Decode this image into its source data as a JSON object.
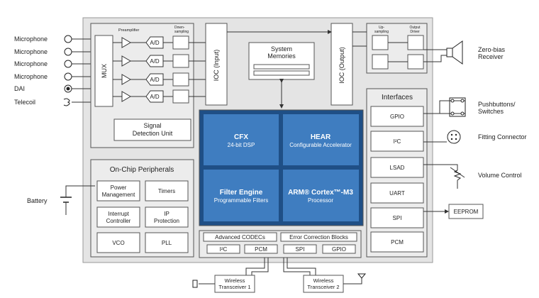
{
  "inputs": [
    "Microphone",
    "Microphone",
    "Microphone",
    "Microphone",
    "DAI",
    "Telecoil"
  ],
  "mux": "MUX",
  "preamp_label": "Preamplifier",
  "downsampling_label": "Down-\nsampling",
  "ad_label": "A/D",
  "signal_detection": "Signal\nDetection Unit",
  "ioc_input": "IOC (Input)",
  "ioc_output": "IOC (Output)",
  "system_memories": "System\nMemories",
  "upsampling_label": "Up-\nsampling",
  "output_driver_label": "Output\nDriver",
  "receiver": "Zero-bias\nReceiver",
  "cores": {
    "cfx_title": "CFX",
    "cfx_sub": "24-bit DSP",
    "hear_title": "HEAR",
    "hear_sub": "Configurable Accelerator",
    "filter_title": "Filter Engine",
    "filter_sub": "Programmable Filters",
    "arm_title": "ARM® Cortex™-M3",
    "arm_sub": "Processor"
  },
  "peripherals": {
    "title": "On-Chip Peripherals",
    "items": [
      "Power\nManagement",
      "Timers",
      "Interrupt\nController",
      "IP\nProtection",
      "VCO",
      "PLL"
    ]
  },
  "battery": "Battery",
  "bottom": {
    "row1": [
      "Advanced CODECs",
      "Error Correction Blocks"
    ],
    "row2": [
      "I²C",
      "PCM",
      "SPI",
      "GPIO"
    ]
  },
  "wireless": [
    "Wireless\nTransceiver 1",
    "Wireless\nTransceiver 2"
  ],
  "interfaces": {
    "title": "Interfaces",
    "items": [
      "GPIO",
      "I²C",
      "LSAD",
      "UART",
      "SPI",
      "PCM"
    ]
  },
  "right_labels": {
    "pushbuttons": "Pushbuttons/\nSwitches",
    "fitting": "Fitting Connector",
    "volume": "Volume Control",
    "eeprom": "EEPROM"
  }
}
